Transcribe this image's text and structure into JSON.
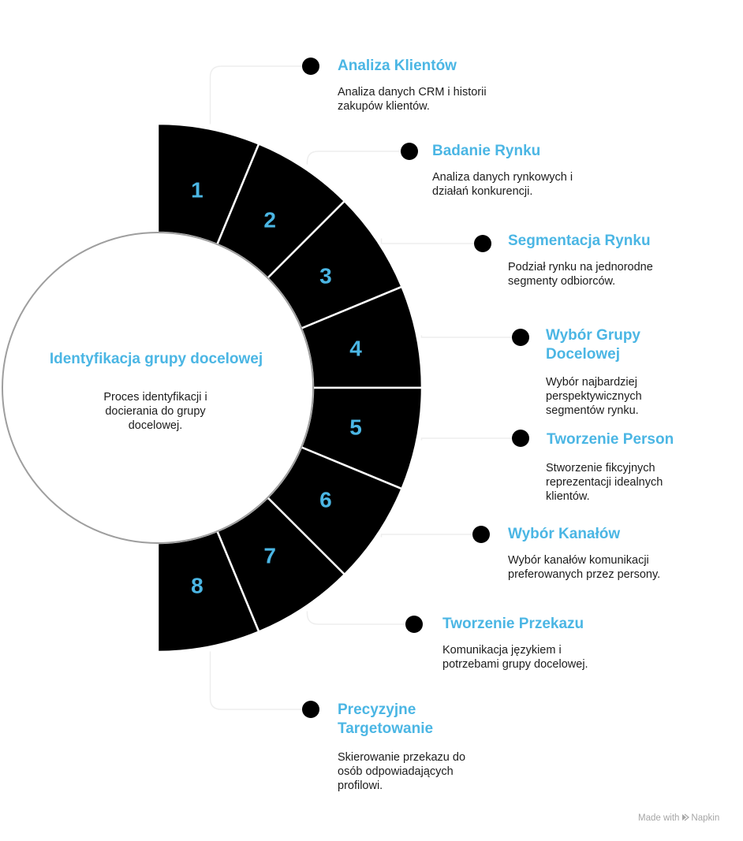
{
  "center": {
    "title": "Identyfikacja grupy docelowej",
    "description": "Proces identyfikacji i docierania do grupy docelowej."
  },
  "steps": [
    {
      "number": "1",
      "title": "Analiza Klientów",
      "description": "Analiza danych CRM i historii zakupów klientów."
    },
    {
      "number": "2",
      "title": "Badanie Rynku",
      "description": "Analiza danych rynkowych i działań konkurencji."
    },
    {
      "number": "3",
      "title": "Segmentacja Rynku",
      "description": "Podział rynku na jednorodne segmenty odbiorców."
    },
    {
      "number": "4",
      "title": "Wybór Grupy Docelowej",
      "description": "Wybór najbardziej perspektywicznych segmentów rynku."
    },
    {
      "number": "5",
      "title": "Tworzenie Person",
      "description": "Stworzenie fikcyjnych reprezentacji idealnych klientów."
    },
    {
      "number": "6",
      "title": "Wybór Kanałów",
      "description": "Wybór kanałów komunikacji preferowanych przez persony."
    },
    {
      "number": "7",
      "title": "Tworzenie Przekazu",
      "description": "Komunikacja językiem i potrzebami grupy docelowej."
    },
    {
      "number": "8",
      "title": "Precyzyjne Targetowanie",
      "description": "Skierowanie przekazu do osób odpowiadających profilowi."
    }
  ],
  "watermark": {
    "prefix": "Made with",
    "brand": "Napkin"
  },
  "colors": {
    "accent": "#4bb6e4",
    "segment_fill": "#000000",
    "segment_number": "#4bb6e4",
    "connector": "#eeeeee",
    "text": "#1c1c1c"
  }
}
